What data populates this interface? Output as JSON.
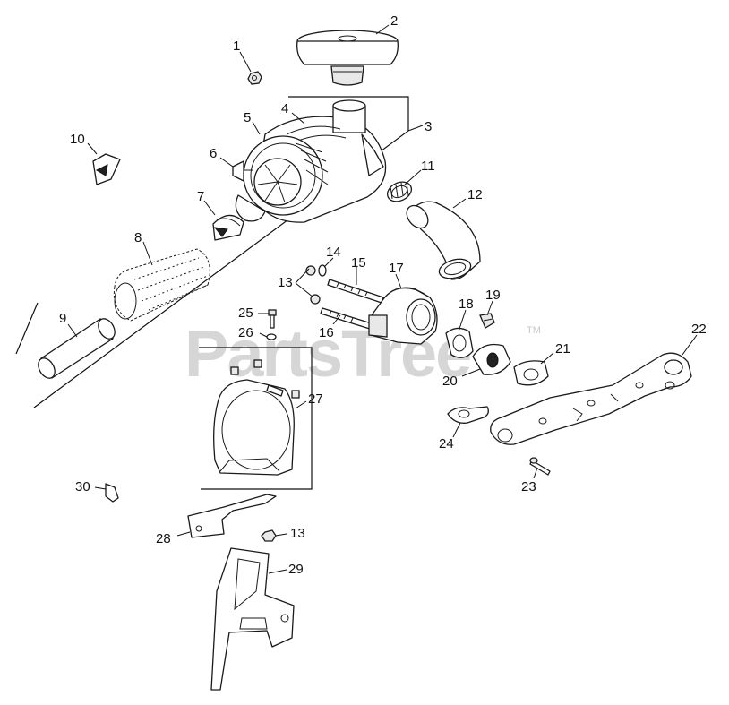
{
  "watermark": {
    "text": "PartsTree",
    "trademark": "TM"
  },
  "labels": {
    "p1": "1",
    "p2": "2",
    "p3": "3",
    "p4": "4",
    "p5": "5",
    "p6": "6",
    "p7": "7",
    "p8": "8",
    "p9": "9",
    "p10": "10",
    "p11": "11",
    "p12": "12",
    "p13a": "13",
    "p13b": "13",
    "p14": "14",
    "p15": "15",
    "p16": "16",
    "p17": "17",
    "p18": "18",
    "p19": "19",
    "p20": "20",
    "p21": "21",
    "p22": "22",
    "p23": "23",
    "p24": "24",
    "p25": "25",
    "p26": "26",
    "p27": "27",
    "p28": "28",
    "p29": "29",
    "p30": "30"
  }
}
